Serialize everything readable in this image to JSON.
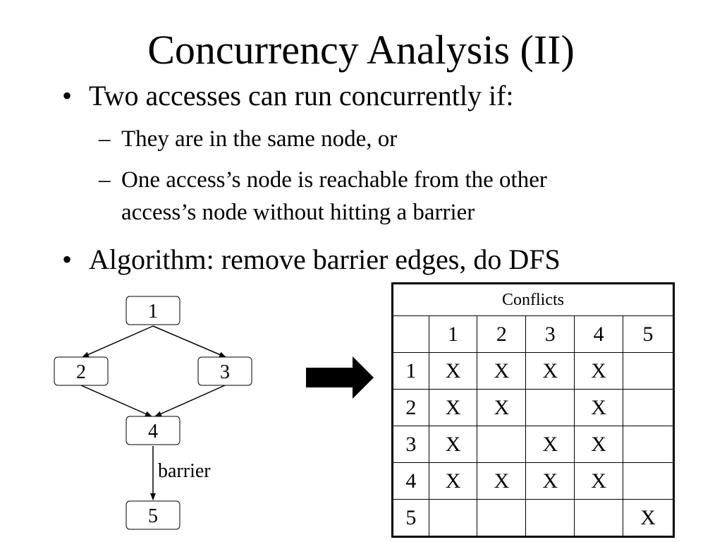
{
  "title": "Concurrency Analysis (II)",
  "bullets": [
    {
      "text": "Two accesses can run concurrently if:",
      "subitems": [
        {
          "line1": "They are in the same node, or"
        },
        {
          "line1": "One access’s node is reachable from the other",
          "line2": "access’s node without hitting a barrier"
        }
      ]
    },
    {
      "text": "Algorithm: remove barrier edges, do DFS"
    }
  ],
  "bullet_glyph": "•",
  "dash_glyph": "–",
  "graph": {
    "nodes": [
      "1",
      "2",
      "3",
      "4",
      "5"
    ],
    "edges": [
      {
        "from": "1",
        "to": "2"
      },
      {
        "from": "1",
        "to": "3"
      },
      {
        "from": "2",
        "to": "4"
      },
      {
        "from": "3",
        "to": "4"
      },
      {
        "from": "4",
        "to": "5",
        "label": "barrier"
      }
    ]
  },
  "table": {
    "caption": "Conflicts",
    "col_headers": [
      "",
      "1",
      "2",
      "3",
      "4",
      "5"
    ],
    "rows": [
      {
        "label": "1",
        "cells": [
          "X",
          "X",
          "X",
          "X",
          ""
        ]
      },
      {
        "label": "2",
        "cells": [
          "X",
          "X",
          "",
          "X",
          ""
        ]
      },
      {
        "label": "3",
        "cells": [
          "X",
          "",
          "X",
          "X",
          ""
        ]
      },
      {
        "label": "4",
        "cells": [
          "X",
          "X",
          "X",
          "X",
          ""
        ]
      },
      {
        "label": "5",
        "cells": [
          "",
          "",
          "",
          "",
          "X"
        ]
      }
    ]
  }
}
